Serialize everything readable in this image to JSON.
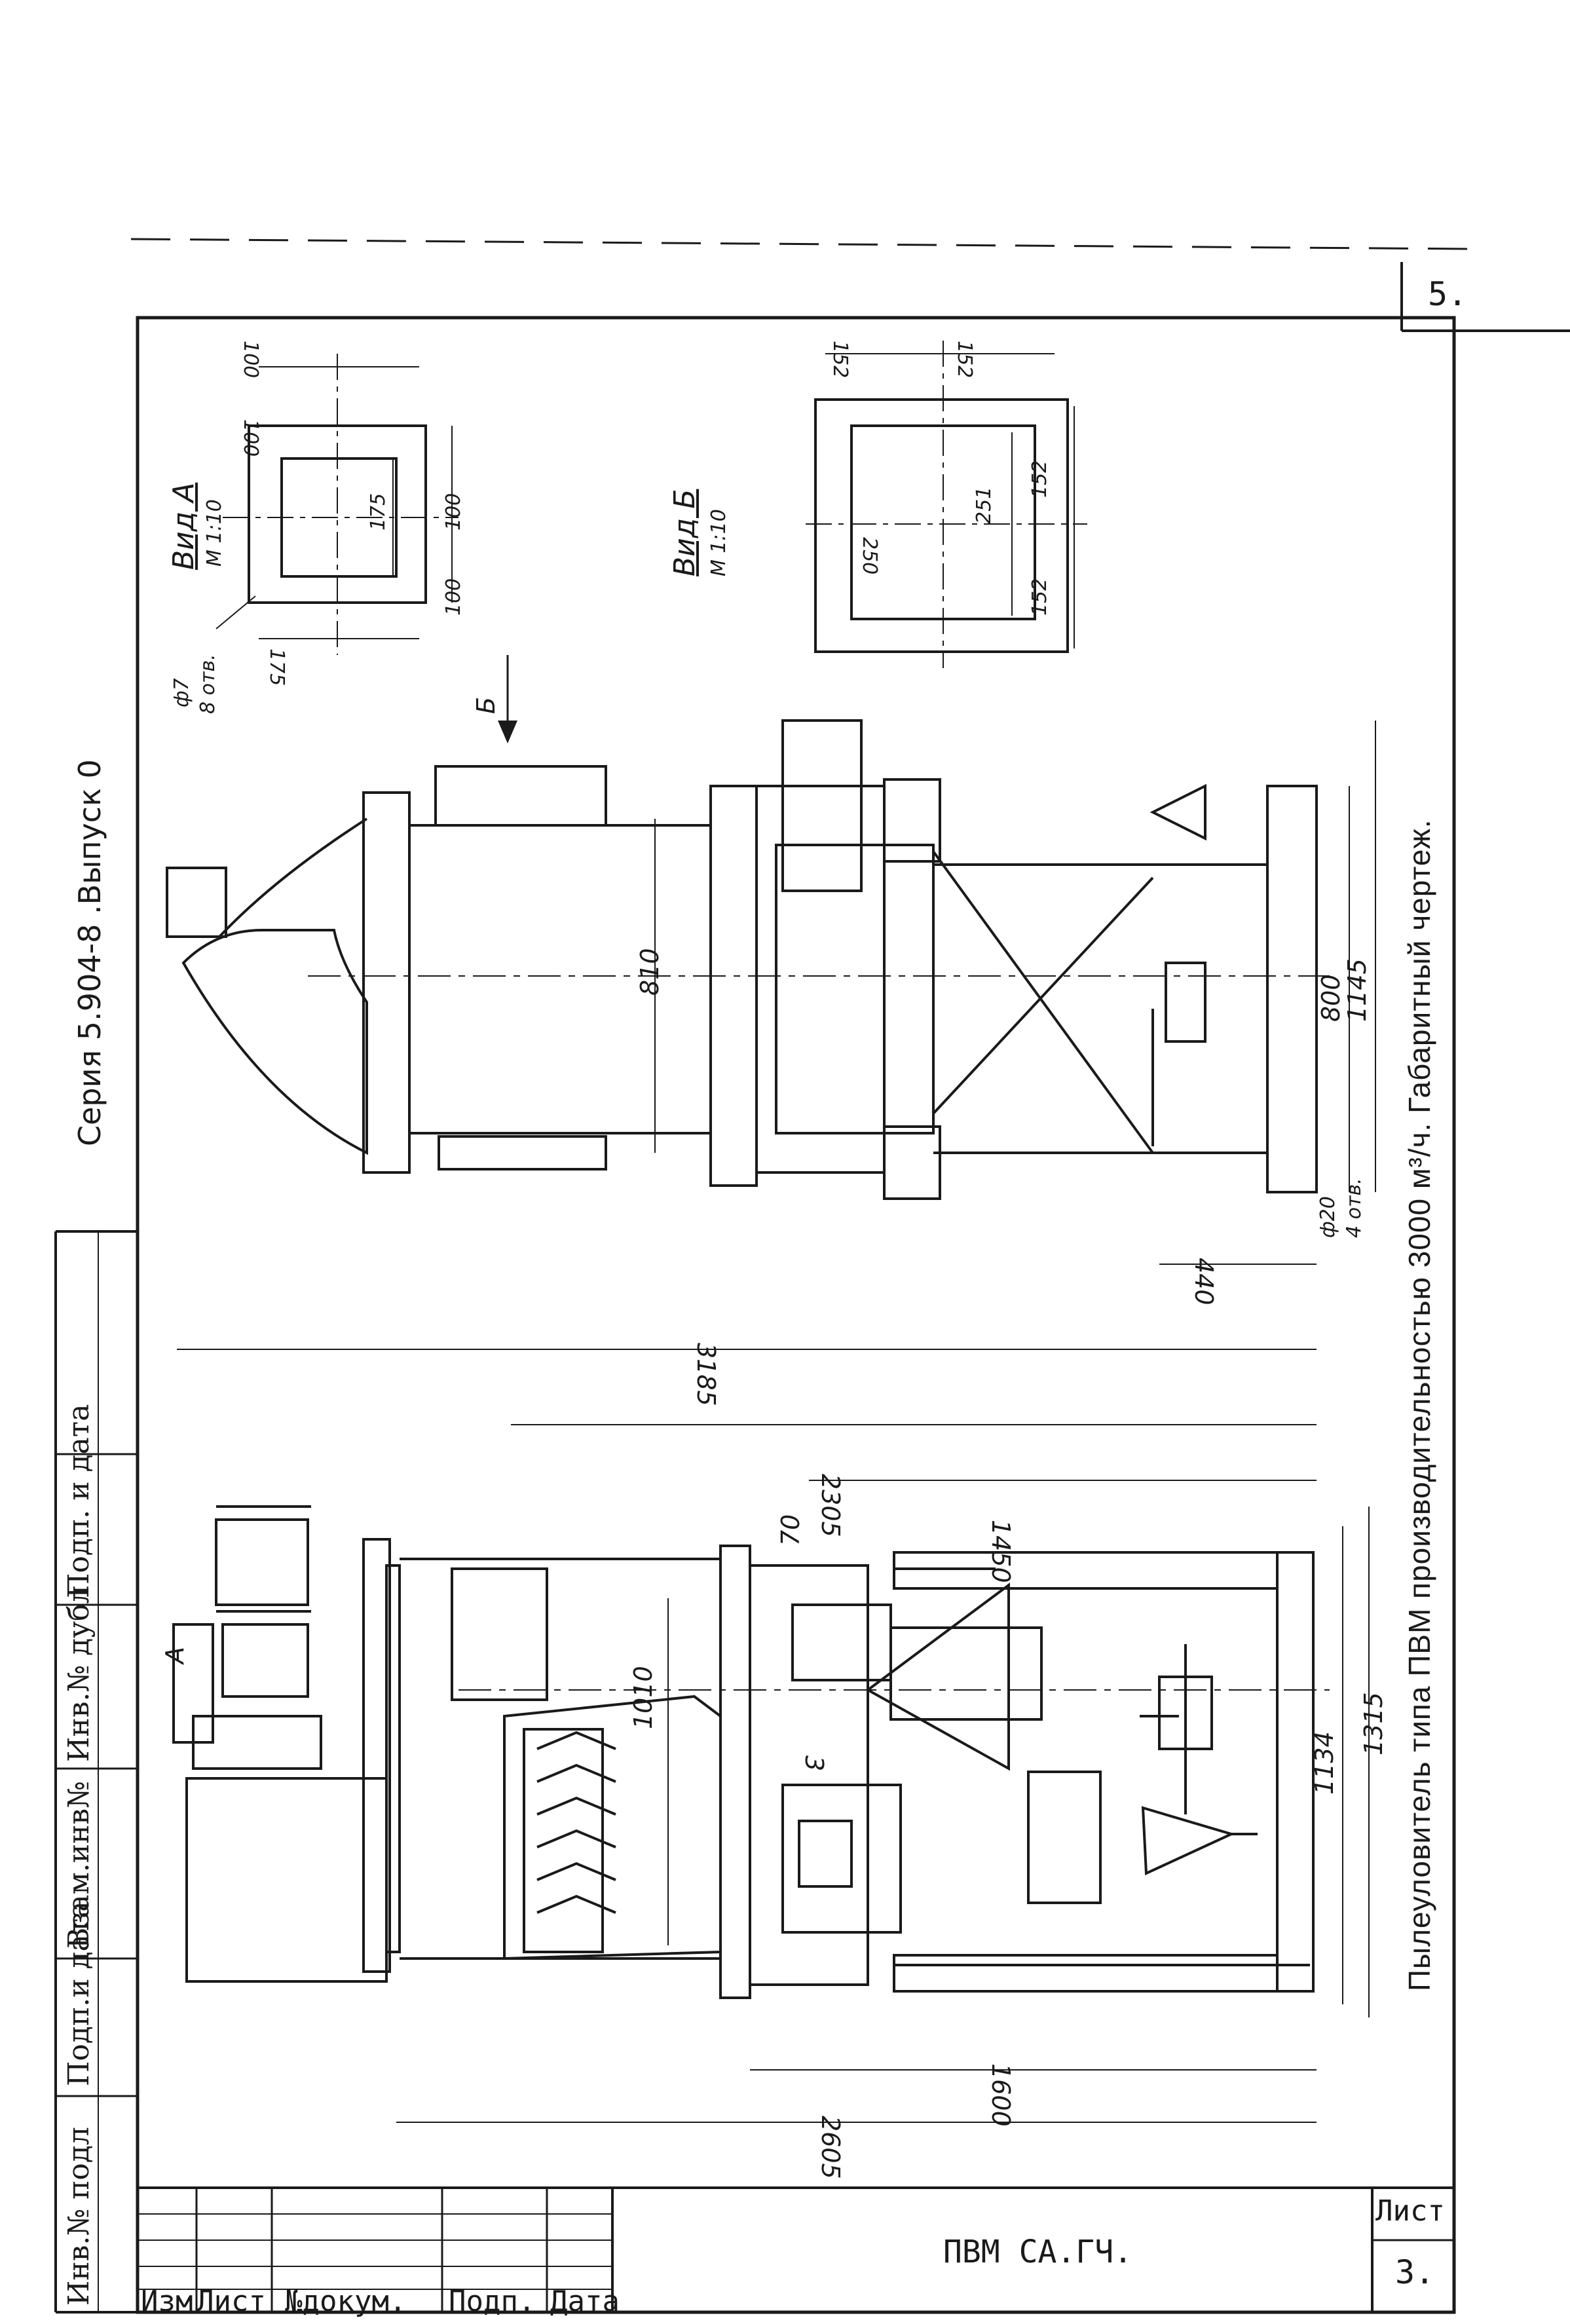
{
  "header": {
    "page_number": "5."
  },
  "series": {
    "text": "Серия 5.904-8 .Выпуск 0"
  },
  "title": {
    "text": "Пылеуловитель типа ПВМ производительностью 3000 м³/ч. Габаритный чертеж."
  },
  "side_columns": {
    "inv_podl": "Инв.№ подл",
    "podp_data": "Подп.и дата",
    "vzam_inv": "Взам.инв№",
    "inv_dubl": "Инв.№ дубл",
    "podp_i_data": "Подп. и дата"
  },
  "stamp": {
    "izm": "Изм",
    "list": "Лист",
    "ndokum": "№докум.",
    "podp": "Подп.",
    "data": "Дата",
    "code": "ПВМ СА.ГЧ.",
    "sheet_label": "Лист",
    "sheet_value": "3."
  },
  "front_view": {
    "dimensions": {
      "d2305": "2305",
      "d1450": "1450",
      "d70": "70",
      "d1010": "1010",
      "d1134": "1134",
      "d1315": "1315",
      "d1600": "1600",
      "d2605": "2605",
      "d3": "3"
    },
    "arrow_label": "А"
  },
  "side_view": {
    "dimensions": {
      "d810": "810",
      "d800": "800",
      "d1145": "1145",
      "d440": "440",
      "d3185": "3185",
      "phi20": "ф20",
      "holes4": "4 отв."
    },
    "arrow_label": "Б"
  },
  "view_a": {
    "label": "Вид А",
    "scale": "М 1:10",
    "dimensions": {
      "top1": "100",
      "top2": "100",
      "inner": "175",
      "bottom1": "100",
      "bottom2": "100",
      "left": "175",
      "phi7": "ф7",
      "holes8": "8 отв."
    }
  },
  "view_b": {
    "label": "Вид Б",
    "scale": "М 1:10",
    "dimensions": {
      "top1": "152",
      "top2": "152",
      "inner": "250",
      "inner2": "251",
      "bottom1": "152",
      "bottom2": "152"
    }
  }
}
